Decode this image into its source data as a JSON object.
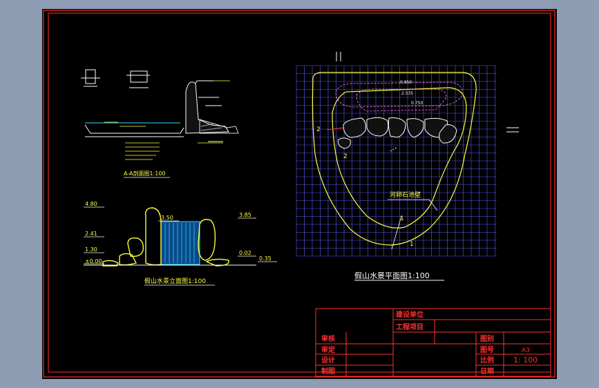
{
  "sections": {
    "aa_title": "A-A剖面图1:100",
    "elevation_title": "假山水景立面图1:100",
    "plan_title": "假山水景平面图1:100"
  },
  "elevation_levels": [
    "4.80",
    "3.50",
    "3.85",
    "2.41",
    "1.30",
    "±0.00",
    "0.02",
    "0.35"
  ],
  "plan": {
    "contours": [
      "0.950",
      "2.535",
      "0.750"
    ],
    "cut_labels": [
      "2",
      "2",
      "1",
      "1"
    ],
    "rock_bank_label": "河卵石池壁"
  },
  "title_block": {
    "client": "建设单位",
    "project": "工程项目",
    "left_labels": [
      "审核",
      "审定",
      "设计",
      "制图"
    ],
    "right_labels": [
      "图别",
      "图号",
      "比例",
      "日期"
    ],
    "sheet_size": "A3",
    "scale": "1: 100"
  },
  "colors": {
    "background": "#000000",
    "frame": "#ff3030",
    "grid": "#5a5aff",
    "yellow": "#ffff40",
    "white": "#ffffff",
    "cyan": "#30e0ff"
  }
}
